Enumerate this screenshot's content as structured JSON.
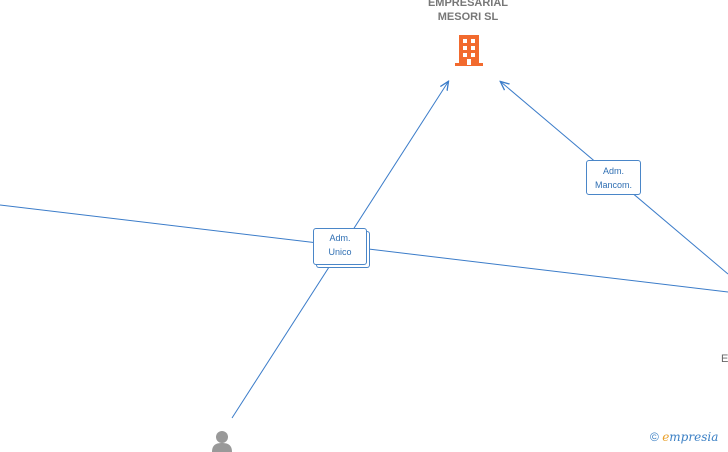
{
  "company": {
    "name_line1": "EMPRESARIAL",
    "name_line2": "MESORI  SL",
    "icon": "building-icon",
    "icon_color": "#f26a2e"
  },
  "roles": {
    "role1": {
      "line1": "Adm.",
      "line2": "Unico"
    },
    "role2": {
      "line1": "Adm.",
      "line2": "Mancom."
    }
  },
  "person": {
    "icon": "person-icon",
    "color": "#999999"
  },
  "edge_label": "E",
  "brand": {
    "copyright": "©",
    "e_letter": "e",
    "rest": "mpresia"
  },
  "colors": {
    "line": "#3b7cc9",
    "box_border": "#4a86c8",
    "box_text": "#2f6fb3"
  }
}
